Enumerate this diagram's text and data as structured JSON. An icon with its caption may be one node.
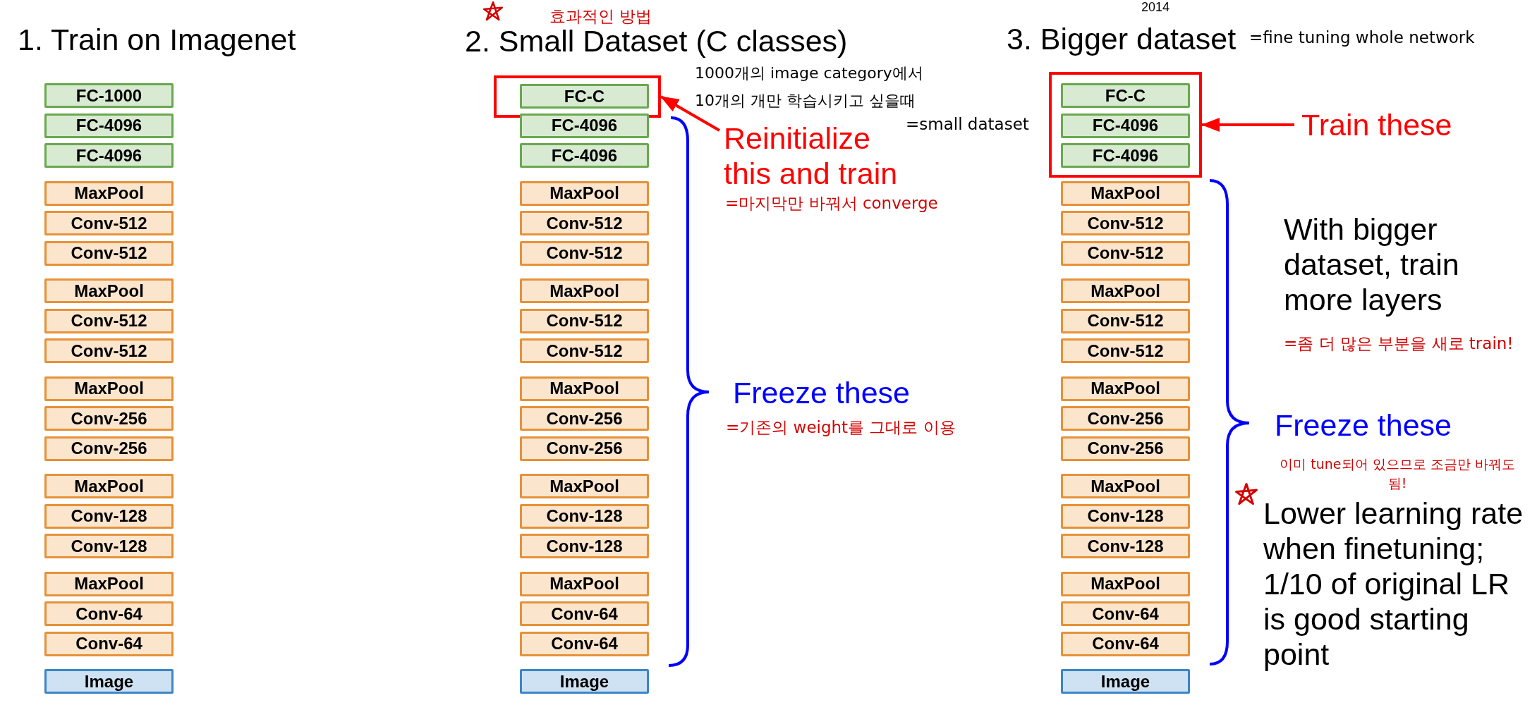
{
  "diagram": {
    "nodes": [
      {
        "text": [
          "FC-1000"
        ]
      },
      {
        "text": [
          "FC-4096"
        ]
      },
      {
        "text": [
          "FC-4096"
        ]
      },
      {
        "text": [
          "MaxPool"
        ]
      },
      {
        "text": [
          "Conv-512"
        ]
      },
      {
        "text": [
          "Conv-512"
        ]
      },
      {
        "text": [
          "MaxPool"
        ]
      },
      {
        "text": [
          "Conv-512"
        ]
      },
      {
        "text": [
          "Conv-512"
        ]
      },
      {
        "text": [
          "MaxPool"
        ]
      },
      {
        "text": [
          "Conv-256"
        ]
      },
      {
        "text": [
          "Conv-256"
        ]
      },
      {
        "text": [
          "MaxPool"
        ]
      },
      {
        "text": [
          "Conv-128"
        ]
      },
      {
        "text": [
          "Conv-128"
        ]
      },
      {
        "text": [
          "MaxPool"
        ]
      },
      {
        "text": [
          "Conv-64"
        ]
      },
      {
        "text": [
          "Conv-64"
        ]
      },
      {
        "text": [
          "Image"
        ]
      },
      {
        "text": [],
        "shape": "box"
      },
      {
        "text": [
          "FC-C"
        ],
        "in": 19
      },
      {
        "text": [
          "FC-4096"
        ]
      },
      {
        "text": [
          "FC-4096"
        ]
      },
      {
        "text": [
          "MaxPool"
        ]
      },
      {
        "text": [
          "Conv-512"
        ]
      },
      {
        "text": [
          "Conv-512"
        ]
      },
      {
        "text": [
          "MaxPool"
        ]
      },
      {
        "text": [
          "Conv-512"
        ]
      },
      {
        "text": [
          "Conv-512"
        ]
      },
      {
        "text": [
          "MaxPool"
        ]
      },
      {
        "text": [
          "Conv-256"
        ]
      },
      {
        "text": [
          "Conv-256"
        ]
      },
      {
        "text": [
          "MaxPool"
        ]
      },
      {
        "text": [
          "Conv-128"
        ]
      },
      {
        "text": [
          "Conv-128"
        ]
      },
      {
        "text": [
          "MaxPool"
        ]
      },
      {
        "text": [
          "Conv-64"
        ]
      },
      {
        "text": [
          "Conv-64"
        ]
      },
      {
        "text": [
          "Image"
        ]
      },
      {
        "text": [
          "Reinitialize this and train"
        ]
      },
      {
        "text": [],
        "shape": "box"
      },
      {
        "text": [
          "FC-C"
        ],
        "in": 40
      },
      {
        "text": [
          "FC-4096"
        ],
        "in": 40
      },
      {
        "text": [
          "FC-4096"
        ],
        "in": 40
      },
      {
        "text": [
          "MaxPool"
        ]
      },
      {
        "text": [
          "Conv-512"
        ]
      },
      {
        "text": [
          "Conv-512"
        ]
      },
      {
        "text": [
          "MaxPool"
        ]
      },
      {
        "text": [
          "Conv-512"
        ]
      },
      {
        "text": [
          "Conv-512"
        ]
      },
      {
        "text": [
          "MaxPool"
        ]
      },
      {
        "text": [
          "Conv-256"
        ]
      },
      {
        "text": [
          "Conv-256"
        ]
      },
      {
        "text": [
          "MaxPool"
        ]
      },
      {
        "text": [
          "Conv-128"
        ]
      },
      {
        "text": [
          "Conv-128"
        ]
      },
      {
        "text": [
          "MaxPool"
        ]
      },
      {
        "text": [
          "Conv-64"
        ]
      },
      {
        "text": [
          "Conv-64"
        ]
      },
      {
        "text": [
          "Image"
        ]
      },
      {
        "text": [
          "Train these"
        ]
      }
    ],
    "edges": [
      {
        "from": 39,
        "to": 19,
        "arrow": "to"
      },
      {
        "from": 60,
        "to": 40,
        "arrow": "to"
      }
    ],
    "labels": [
      "2014",
      "1. Train on Imagenet",
      "효과적인 방법",
      "2. Small Dataset (C classes)",
      "3. Bigger dataset",
      "=fine tuning whole network",
      "1000개의 image category에서 10개의 개만 학습시키고 싶을때",
      "=small dataset",
      "=마지막만 바꿔서 converge",
      "Freeze these",
      "=기존의 weight를 그대로 이용",
      "With bigger dataset, train more layers",
      "=좀 더 많은 부분을 새로 train!",
      "Freeze these",
      "이미 tune되어 있으므로 조금만 바꿔도 됨!",
      "Lower learning rate when finetuning; 1/10 of original LR is good starting point"
    ]
  }
}
